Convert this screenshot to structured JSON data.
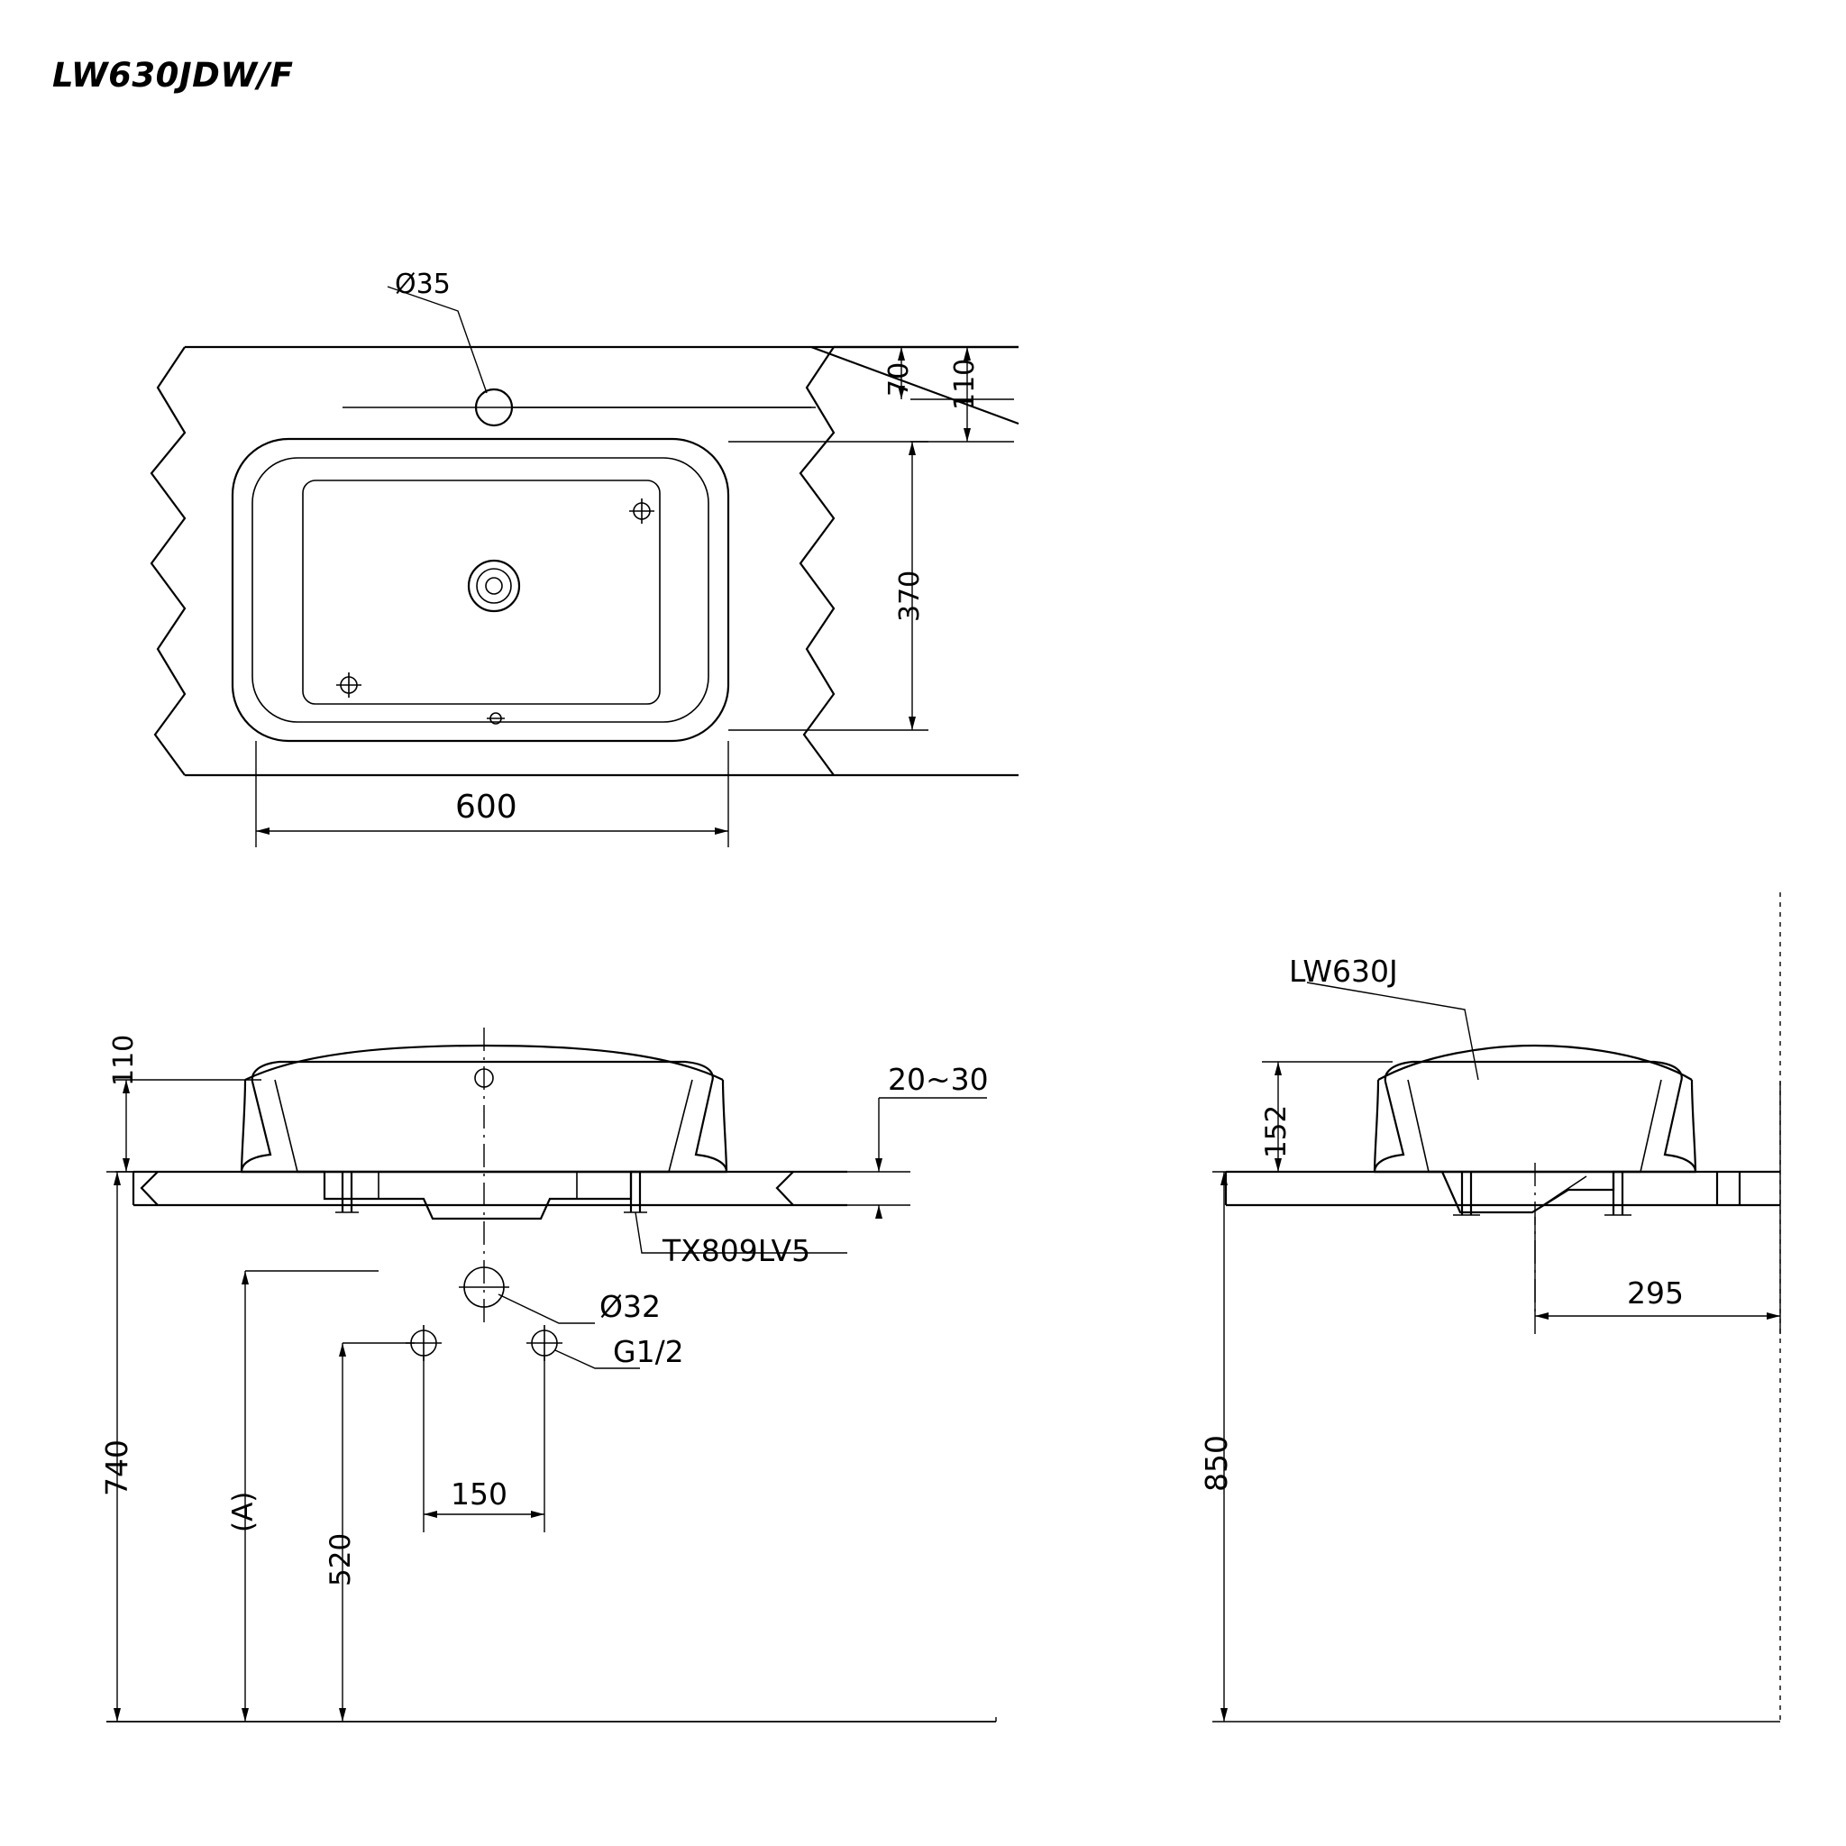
{
  "drawing": {
    "title": "LW630JDW/F",
    "views": {
      "top": {
        "name": "top-view",
        "labels": {
          "hole_dia": "Ø35",
          "depth_70": "70",
          "height_110": "110",
          "depth_370": "370",
          "width_600": "600"
        }
      },
      "front": {
        "name": "front-view",
        "labels": {
          "height_110": "110",
          "counter_thickness": "20~30",
          "part_trap": "TX809LV5",
          "hole_dia_32": "Ø32",
          "thread_g12": "G1/2",
          "height_740": "740",
          "height_a": "(A)",
          "height_520": "520",
          "spread_150": "150"
        }
      },
      "side": {
        "name": "side-view",
        "labels": {
          "part_basin": "LW630J",
          "height_152": "152",
          "depth_295": "295",
          "height_850": "850"
        }
      }
    }
  }
}
